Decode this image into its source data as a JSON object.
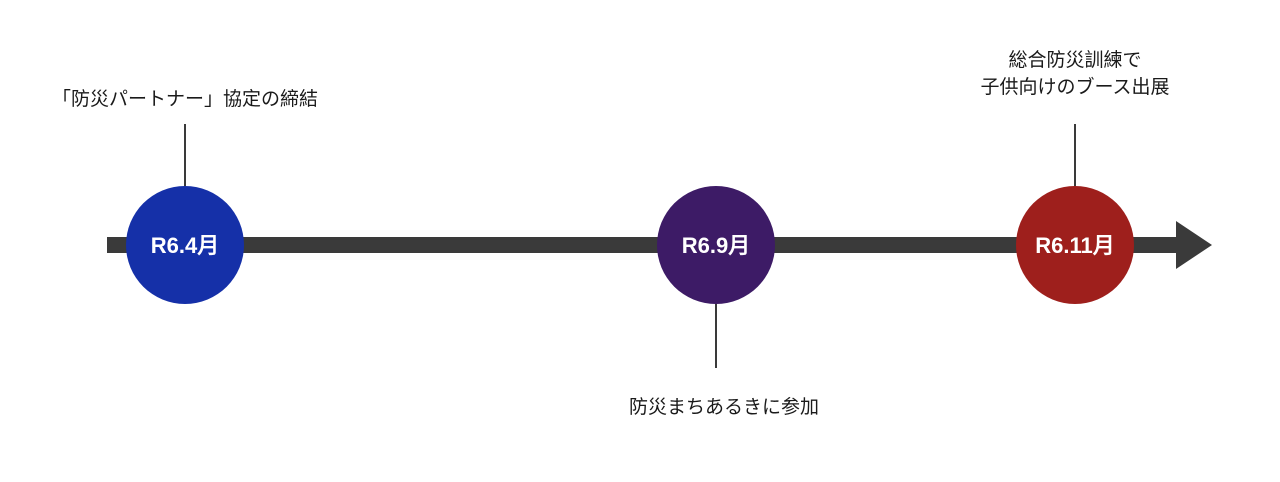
{
  "timeline": {
    "events": [
      {
        "date_label": "R6.4月",
        "description_lines": [
          "「防災パートナー」協定の締結"
        ],
        "color": "#1530a8",
        "label_position": "above"
      },
      {
        "date_label": "R6.9月",
        "description_lines": [
          "防災まちあるきに参加"
        ],
        "color": "#3d1b66",
        "label_position": "below"
      },
      {
        "date_label": "R6.11月",
        "description_lines": [
          "総合防災訓練で",
          "子供向けのブース出展"
        ],
        "color": "#9e1f1c",
        "label_position": "above"
      }
    ],
    "axis_color": "#3a3a3a",
    "connector_color": "#3a3a3a"
  }
}
